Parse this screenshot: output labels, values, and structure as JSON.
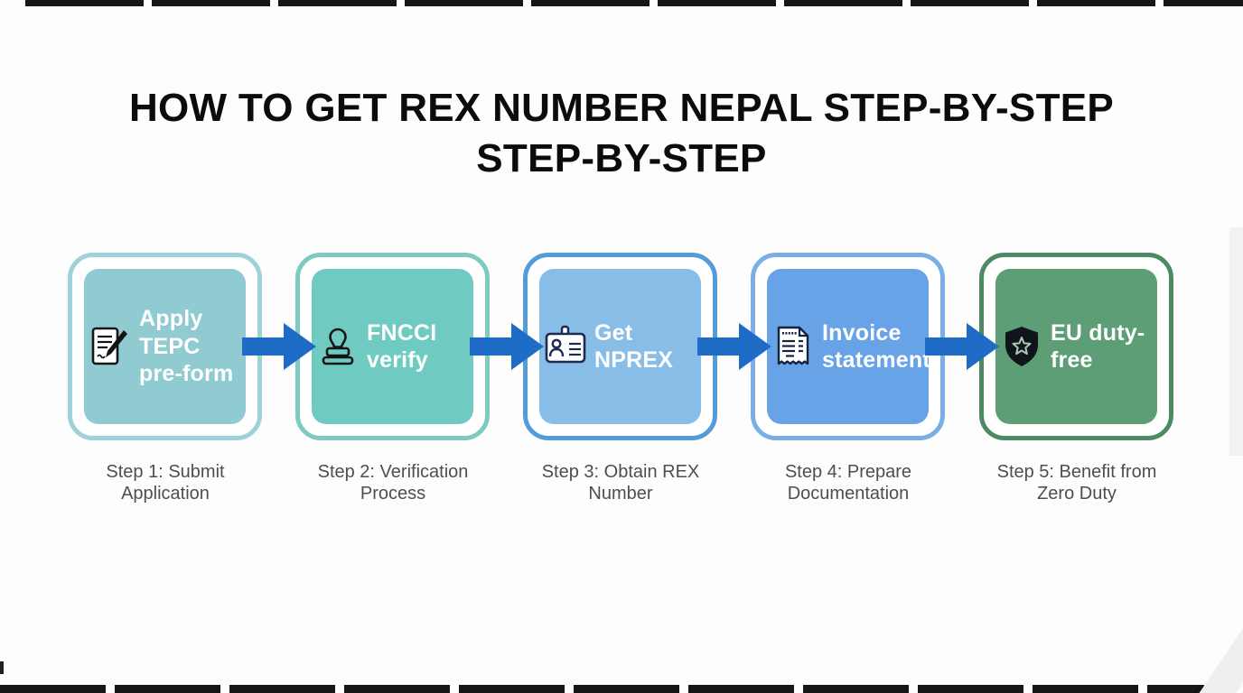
{
  "page": {
    "background_color": "#fdfdfd"
  },
  "title": {
    "line1": "HOW TO GET REX NUMBER NEPAL STEP-BY-STEP",
    "line2": "STEP-BY-STEP",
    "color": "#0b0b0b"
  },
  "flow": {
    "arrow_color": "#1e6cc5",
    "steps": [
      {
        "label": "Apply TEPC pre-form",
        "caption": "Step 1: Submit Application",
        "icon": "document-pen-icon",
        "fill_color": "#8fcbd0",
        "border_color": "#9fd2d6"
      },
      {
        "label": "FNCCI verify",
        "caption": "Step 2: Verification Process",
        "icon": "stamp-icon",
        "fill_color": "#6fcbc2",
        "border_color": "#7fc9c3"
      },
      {
        "label": "Get NPREX",
        "caption": "Step 3: Obtain REX Number",
        "icon": "id-card-icon",
        "fill_color": "#88bde8",
        "border_color": "#559bd8"
      },
      {
        "label": "Invoice statement",
        "caption": "Step 4: Prepare Documentation",
        "icon": "invoice-icon",
        "fill_color": "#68a3e8",
        "border_color": "#79afe5"
      },
      {
        "label": "EU duty-free",
        "caption": "Step 5: Benefit from Zero Duty",
        "icon": "shield-star-icon",
        "fill_color": "#5e9e76",
        "border_color": "#4c8a63"
      }
    ]
  }
}
